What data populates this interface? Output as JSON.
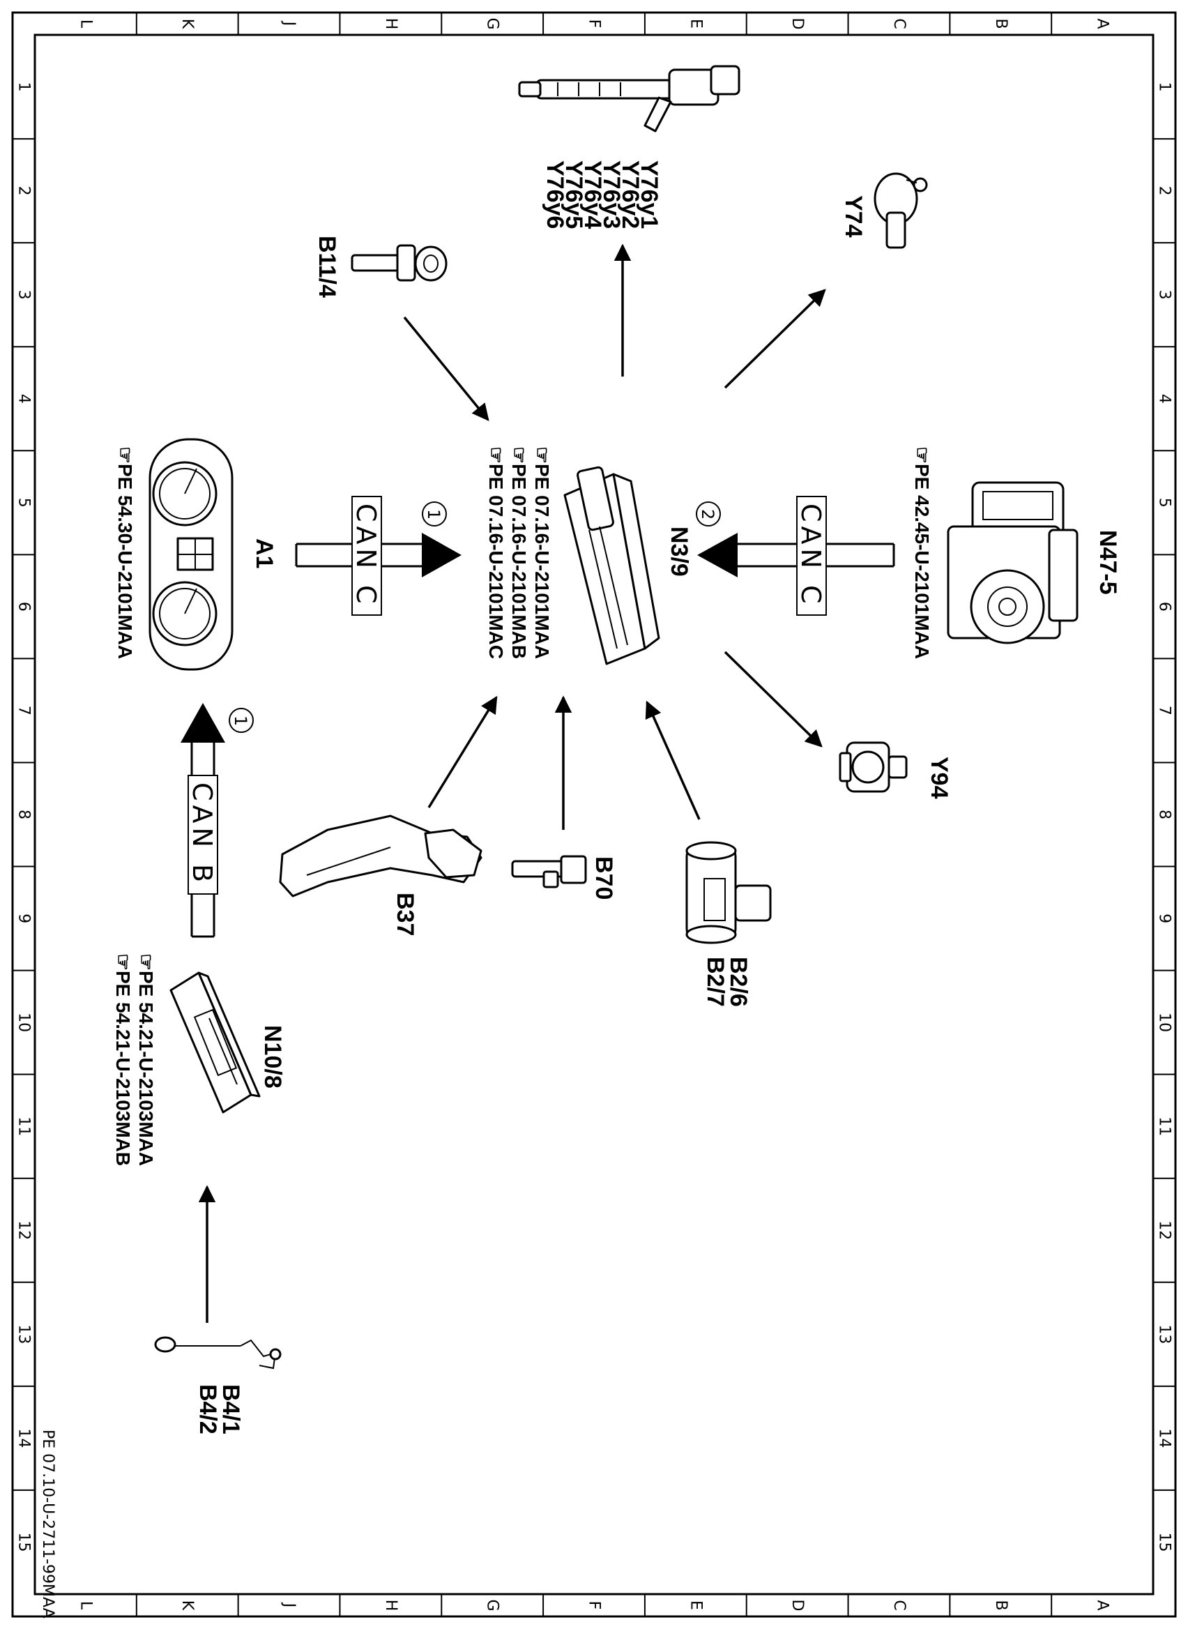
{
  "grid": {
    "top_letters": [
      "L",
      "K",
      "J",
      "H",
      "G",
      "F",
      "E",
      "D",
      "C",
      "B",
      "A"
    ],
    "side_numbers": [
      "1",
      "2",
      "3",
      "4",
      "5",
      "6",
      "7",
      "8",
      "9",
      "10",
      "11",
      "12",
      "13",
      "14",
      "15"
    ]
  },
  "footer_code": "PE 07.10-U-2711-99MAA",
  "components": {
    "y76": [
      "Y76y1",
      "Y76y2",
      "Y76y3",
      "Y76y4",
      "Y76y5",
      "Y76y6"
    ],
    "y74": "Y74",
    "b11_4": "B11/4",
    "n3_9": "N3/9",
    "n3_9_refs": [
      "PE  07.16-U-2101MAA",
      "PE  07.16-U-2101MAB",
      "PE  07.16-U-2101MAC"
    ],
    "n47_5": "N47-5",
    "n47_5_ref": "PE  42.45-U-2101MAA",
    "a1": "A1",
    "a1_ref": "PE  54.30-U-2101MAA",
    "y94": "Y94",
    "b37": "B37",
    "b70": "B70",
    "b2": [
      "B2/6",
      "B2/7"
    ],
    "n10_8": "N10/8",
    "n10_8_refs": [
      "PE  54.21-U-2103MAA",
      "PE  54.21-U-2103MAB"
    ],
    "b4": [
      "B4/1",
      "B4/2"
    ]
  },
  "bus": {
    "can_c_left": "CAN C",
    "can_c_right": "CAN C",
    "can_b": "CAN B",
    "marker_1": "1",
    "marker_2": "2",
    "marker_1_b": "1"
  }
}
